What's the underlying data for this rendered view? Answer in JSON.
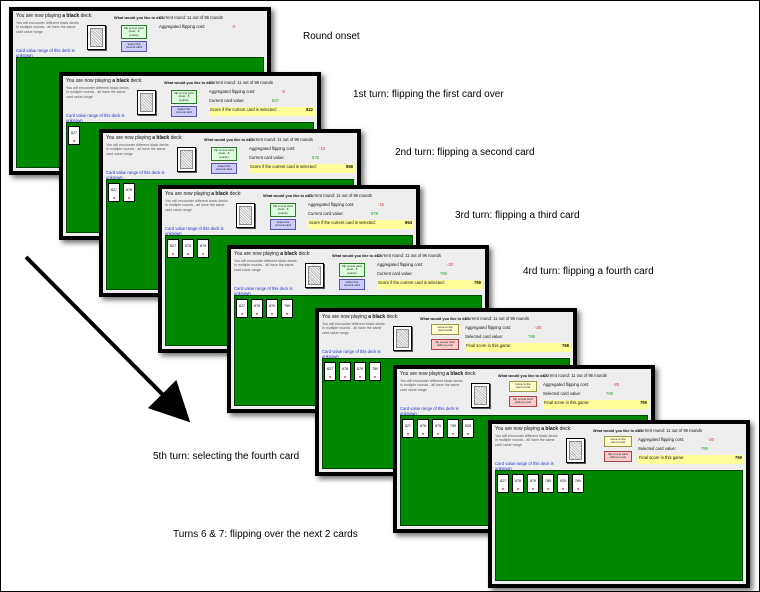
{
  "screen_text": {
    "playing_prefix": "You are now playing",
    "deck_color": "a black",
    "deck_suffix": "deck:",
    "instructions": "You will encounter different black decks in multiple rounds - all have the same card value range",
    "range_unknown": "Card value range of this deck is unknown",
    "question": "What would you like to do?",
    "flip_button": "flip a new card (cost: -5 points)",
    "select_button": "select the current card",
    "move_next_button": "move to the next round",
    "flip_no_cost_button": "flip a new card with no cost",
    "current_round_label": "Current round:",
    "round_number": "11",
    "out_of": "out of",
    "total_rounds": "96",
    "rounds_word": "rounds",
    "flipping_cost_label": "Aggregated flipping cost:",
    "current_card_label": "Current card value:",
    "selected_card_label": "Selected card value:",
    "score_if_label": "Score if the current card is selected:",
    "final_score_label": "Final score in this game:"
  },
  "panels": [
    {
      "id": "onset",
      "label": "Round onset",
      "cost": "0",
      "card_value": null,
      "score": null,
      "cards": [],
      "final": false
    },
    {
      "id": "turn1",
      "label": "1st turn: flipping the first card over",
      "cost": "-5",
      "card_value": "827",
      "score": "822",
      "cards": [
        "827"
      ],
      "final": false
    },
    {
      "id": "turn2",
      "label": "2nd turn: flipping a second card",
      "cost": "-10",
      "card_value": "878",
      "score": "868",
      "cards": [
        "827",
        "878"
      ],
      "final": false
    },
    {
      "id": "turn3",
      "label": "3rd turn: flipping a third card",
      "cost": "-15",
      "card_value": "879",
      "score": "864",
      "cards": [
        "827",
        "878",
        "879"
      ],
      "final": false
    },
    {
      "id": "turn4",
      "label": "4rd turn: flipping a fourth card",
      "cost": "-20",
      "card_value": "789",
      "score": "769",
      "cards": [
        "827",
        "878",
        "879",
        "789"
      ],
      "final": false
    },
    {
      "id": "select",
      "label": "5th turn: selecting the fourth card",
      "cost": "-20",
      "card_value": "789",
      "score": "769",
      "cards": [
        "827",
        "878",
        "879",
        "789"
      ],
      "final": true
    },
    {
      "id": "turn6",
      "label": "",
      "cost": "-20",
      "card_value": "789",
      "score": "769",
      "cards": [
        "827",
        "878",
        "879",
        "789",
        "925"
      ],
      "final": true
    },
    {
      "id": "turn7",
      "label": "Turns 6 & 7: flipping over the next 2 cards",
      "cost": "-20",
      "card_value": "789",
      "score": "769",
      "cards": [
        "827",
        "878",
        "879",
        "789",
        "925",
        "769"
      ],
      "final": true
    }
  ],
  "colors": {
    "table": "#008800",
    "cost_red": "#d93030",
    "value_green": "#22aa22",
    "score_bg": "#ffff99"
  }
}
